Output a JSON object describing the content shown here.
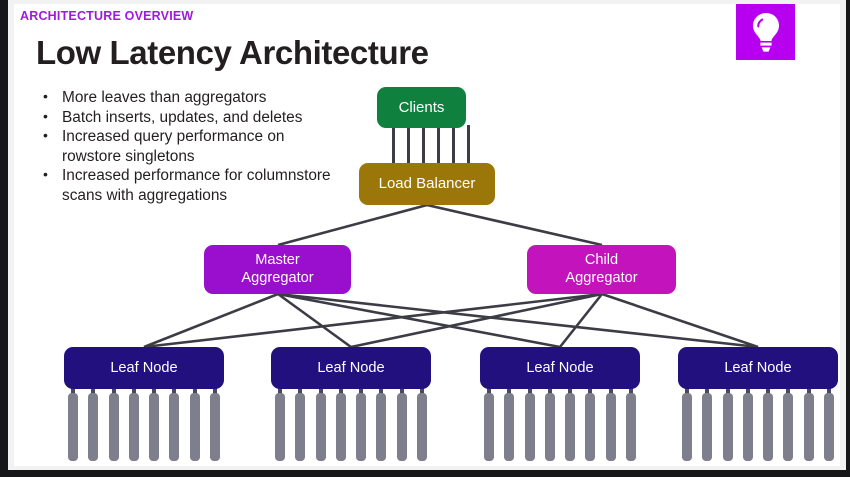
{
  "slide": {
    "eyebrow": "ARCHITECTURE OVERVIEW",
    "title": "Low Latency Architecture",
    "badge_icon": "lightbulb-icon",
    "badge_color": "#b800f0",
    "eyebrow_color": "#a019e0",
    "background": "#ffffff"
  },
  "bullets": [
    "More leaves than aggregators",
    "Batch inserts, updates, and deletes",
    "Increased query performance on rowstore singletons",
    "Increased performance for columnstore scans with aggregations"
  ],
  "diagram": {
    "type": "node-tree",
    "nodes": {
      "clients": {
        "label": "Clients",
        "color": "#10803f"
      },
      "load_balancer": {
        "label": "Load Balancer",
        "color": "#9b7608"
      },
      "master_aggregator": {
        "label": "Master\nAggregator",
        "line1": "Master",
        "line2": "Aggregator",
        "color": "#9a0fce"
      },
      "child_aggregator": {
        "label": "Child\nAggregator",
        "line1": "Child",
        "line2": "Aggregator",
        "color": "#c213bc"
      }
    },
    "leaf_nodes": [
      {
        "label": "Leaf Node",
        "color": "#22107f",
        "disks": 8
      },
      {
        "label": "Leaf Node",
        "color": "#22107f",
        "disks": 8
      },
      {
        "label": "Leaf Node",
        "color": "#22107f",
        "disks": 8
      },
      {
        "label": "Leaf Node",
        "color": "#22107f",
        "disks": 8
      }
    ],
    "client_wire_count": 6,
    "edge_color": "#3c3c46",
    "disk_color": "#7e7e8c"
  }
}
